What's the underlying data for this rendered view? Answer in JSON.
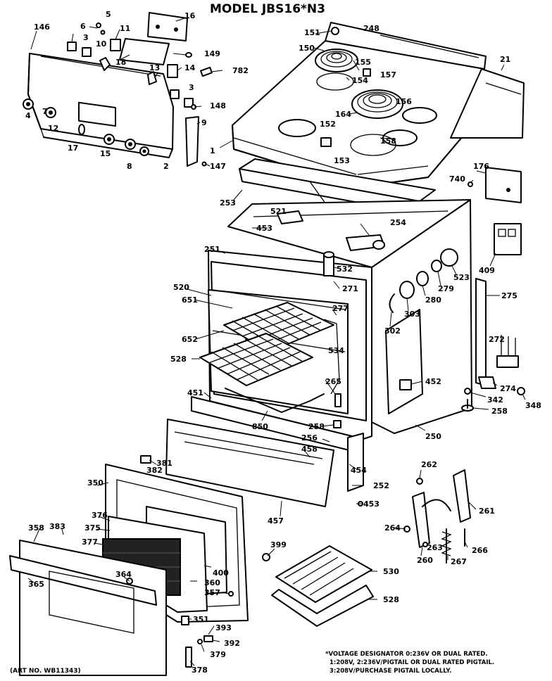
{
  "title": "MODEL JBS16*N3",
  "art_no": "(ART NO. WB11343)",
  "notes": [
    "*VOLTAGE DESIGNATOR 0:236V OR DUAL RATED.",
    "1:208V, 2:236V/PIGTAIL OR DUAL RATED PIGTAIL.",
    "3:208V/PURCHASE PIGTAIL LOCALLY."
  ],
  "labels": {
    "p146": "146",
    "p5": "5",
    "p6": "6",
    "p16": "16",
    "p3a": "3",
    "p11": "11",
    "p10": "10",
    "p18": "18",
    "p149": "149",
    "p13": "13",
    "p14": "14",
    "p782": "782",
    "p3b": "3",
    "p148": "148",
    "p4": "4",
    "p7": "7",
    "p12": "12",
    "p9": "9",
    "p17": "17",
    "p15": "15",
    "p8": "8",
    "p2": "2",
    "p147": "147",
    "p151": "151",
    "p248": "248",
    "p150": "150",
    "p155": "155",
    "p157": "157",
    "p154": "154",
    "p156": "156",
    "p164": "164",
    "p21": "21",
    "p152": "152",
    "p158": "158",
    "p153": "153",
    "p1": "1",
    "p176": "176",
    "p740": "740",
    "p253": "253",
    "p521": "521",
    "p453a": "453",
    "p254": "254",
    "p409": "409",
    "p251": "251",
    "p532": "532",
    "p523": "523",
    "p279": "279",
    "p271": "271",
    "p280": "280",
    "p520": "520",
    "p277": "277",
    "p303": "303",
    "p275": "275",
    "p651": "651",
    "p302": "302",
    "p652": "652",
    "p534": "534",
    "p272": "272",
    "p528a": "528",
    "p265": "265",
    "p452": "452",
    "p451": "451",
    "p274": "274",
    "p342": "342",
    "p348": "348",
    "p258a": "258",
    "p258b": "258",
    "p850": "850",
    "p256": "256",
    "p250": "250",
    "p458": "458",
    "p381": "381",
    "p382": "382",
    "p454": "454",
    "p262": "262",
    "p350": "350",
    "p252": "252",
    "p453b": "453",
    "p261": "261",
    "p376": "376",
    "p457": "457",
    "p375": "375",
    "p264": "264",
    "p358": "358",
    "p383": "383",
    "p377": "377",
    "p399": "399",
    "p263": "263",
    "p266": "266",
    "p400": "400",
    "p260": "260",
    "p267": "267",
    "p530": "530",
    "p364": "364",
    "p360": "360",
    "p365": "365",
    "p357": "357",
    "p528b": "528",
    "p351": "351",
    "p393": "393",
    "p392": "392",
    "p379": "379",
    "p378": "378"
  }
}
